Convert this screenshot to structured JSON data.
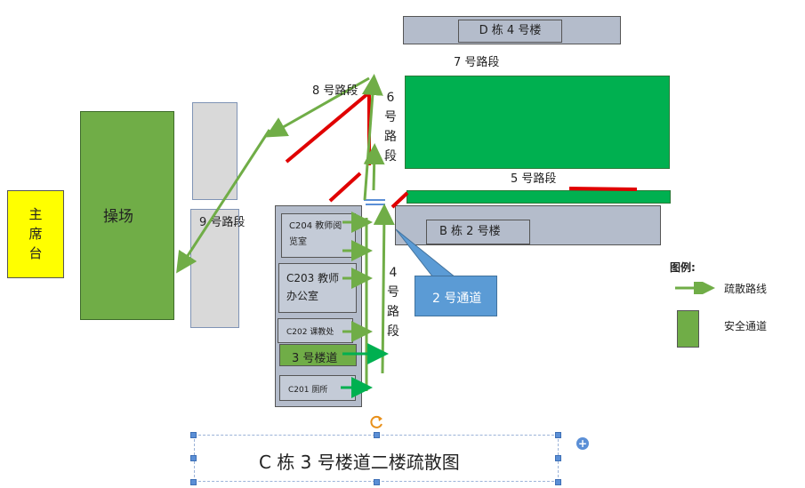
{
  "title": {
    "text": "C 栋 3 号楼道二楼疏散图"
  },
  "buildings": {
    "main_stage": "主席台",
    "playground": "操场",
    "d_building": "D 栋 4 号楼",
    "b_building": "B 栋 2 号楼",
    "stair_3": "3 号楼道",
    "passage_2": "2 号通道"
  },
  "rooms": {
    "c204": "C204 教师阅览室",
    "c203": "C203 教师办公室",
    "c202": "C202 课教处",
    "c201": "C201 厕所"
  },
  "roads": {
    "r4": "4号路段",
    "r5": "5 号路段",
    "r6": "6号路段",
    "r7": "7 号路段",
    "r8": "8 号路段",
    "r9": "9 号路段"
  },
  "legend": {
    "title": "图例:",
    "route": "疏散路线",
    "safe": "安全通道"
  },
  "colors": {
    "green_route": "#70ad47",
    "safe_green": "#00b050",
    "field_green": "#70ad47",
    "gray_building": "#b4bccb",
    "red_line": "#e00000",
    "yellow": "#ffff00",
    "callout_blue": "#5b9bd5"
  }
}
